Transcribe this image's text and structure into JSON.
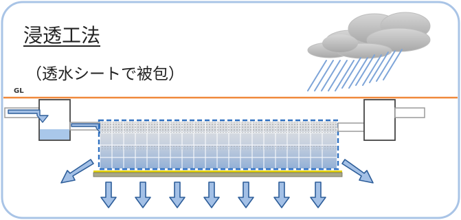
{
  "diagram": {
    "title": "浸透工法",
    "subtitle": "（透水シートで被包）",
    "ground_label": "GL",
    "colors": {
      "frame_border": "#a9c4e6",
      "ground_line": "#f0883a",
      "water": "#a9c7ea",
      "dashed_outline": "#2e6fbf",
      "arrow_fill": "#a3c0e6",
      "arrow_stroke": "#2d5d99",
      "base_plate": "#a8a78a",
      "cloud": "#c8c8c8",
      "rain": "#7da4d8"
    },
    "icons": [
      "cloud-icon",
      "rain-icon",
      "down-arrow-icon",
      "diagonal-arrow-icon",
      "inlet-arrow-icon"
    ]
  }
}
